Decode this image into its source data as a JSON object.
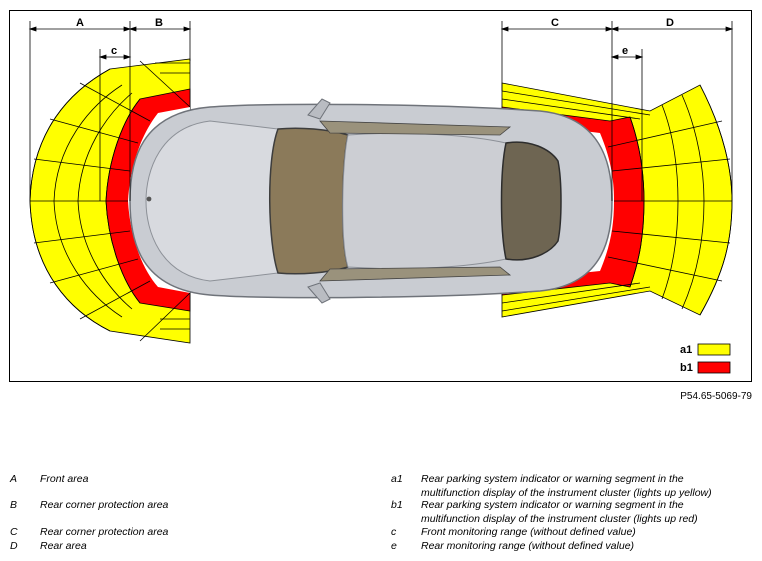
{
  "figure": {
    "dimension_labels": {
      "A": "A",
      "B": "B",
      "C": "C",
      "D": "D",
      "c": "c",
      "e": "e"
    },
    "key": [
      {
        "label": "a1",
        "color": "#ffff00"
      },
      {
        "label": "b1",
        "color": "#ff0000"
      }
    ],
    "colors": {
      "yellow": "#ffff00",
      "red": "#ff0000",
      "car_body": "#c9ccd2",
      "outline": "#000000"
    },
    "figure_id": "P54.65-5069-79"
  },
  "legend": {
    "left": [
      {
        "key": "A",
        "text": "Front area"
      },
      {
        "key": "B",
        "text": "Rear corner protection area"
      },
      {
        "key": "C",
        "text": "Rear corner protection area"
      },
      {
        "key": "D",
        "text": "Rear area"
      }
    ],
    "right": [
      {
        "key": "a1",
        "text": "Rear parking system indicator or warning segment in the multifunction display of the instrument cluster (lights up yellow)"
      },
      {
        "key": "b1",
        "text": "Rear parking system indicator or warning segment in the multifunction display of the instrument cluster (lights up red)"
      },
      {
        "key": "c",
        "text": "Front monitoring range (without defined value)"
      },
      {
        "key": "e",
        "text": "Rear monitoring range (without defined value)"
      }
    ]
  }
}
